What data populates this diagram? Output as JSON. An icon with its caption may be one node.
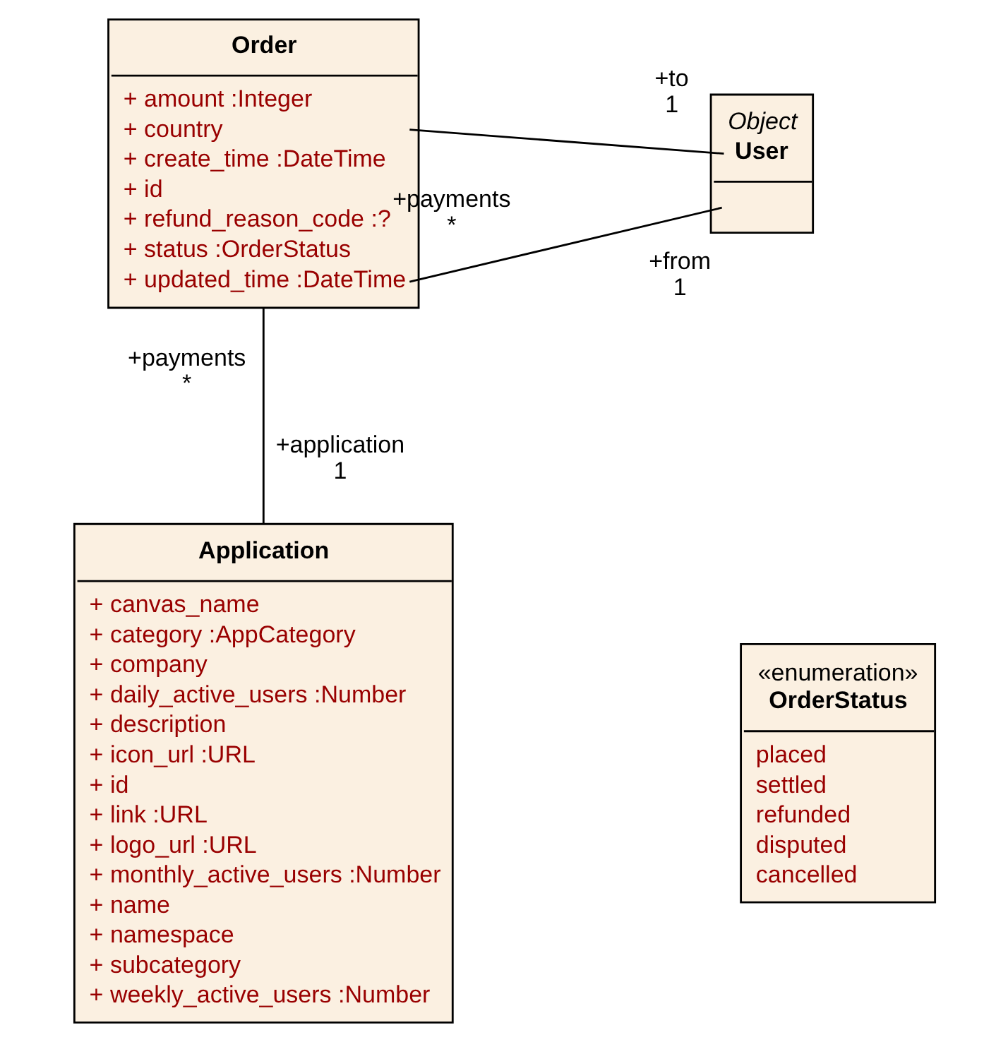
{
  "diagram": {
    "nodes": [
      {
        "text": [
          "Order",
          "+ amount :Integer",
          "+ country",
          "+ create_time :DateTime",
          "+ id",
          "+ refund_reason_code :?",
          "+ status :OrderStatus",
          "+ updated_time :DateTime"
        ]
      },
      {
        "text": [
          "Object",
          "User"
        ]
      },
      {
        "text": [
          "Application",
          "+ canvas_name",
          "+ category :AppCategory",
          "+ company",
          "+ daily_active_users :Number",
          "+ description",
          "+ icon_url :URL",
          "+ id",
          "+ link :URL",
          "+ logo_url :URL",
          "+ monthly_active_users :Number",
          "+ name",
          "+ namespace",
          "+ subcategory",
          "+ weekly_active_users :Number"
        ]
      },
      {
        "text": [
          "«enumeration»",
          "OrderStatus",
          "placed",
          "settled",
          "refunded",
          "disputed",
          "cancelled"
        ]
      }
    ],
    "edges": [
      {
        "from": 0,
        "to": 1,
        "arrow": "none"
      },
      {
        "from": 0,
        "to": 1,
        "arrow": "none"
      },
      {
        "from": 0,
        "to": 2,
        "arrow": "none"
      }
    ],
    "labels": [
      "+to",
      "1",
      "+payments",
      "+from",
      "*",
      "1",
      "+payments",
      "*",
      "+application",
      "1"
    ]
  }
}
